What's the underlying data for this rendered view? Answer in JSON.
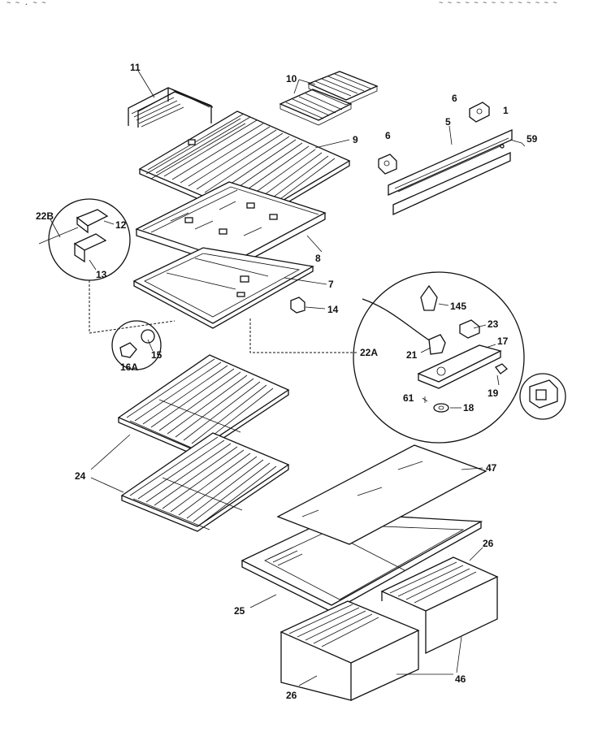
{
  "header": {
    "left": "~ ~ . ~ ~",
    "right": "~ ~ ~ ~ ~ ~ ~ ~ ~ ~ ~ ~ ~ ~"
  },
  "labels": {
    "p1": "1",
    "p5": "5",
    "p6a": "6",
    "p6b": "6",
    "p7": "7",
    "p8": "8",
    "p9": "9",
    "p10": "10",
    "p11": "11",
    "p12": "12",
    "p13": "13",
    "p14": "14",
    "p15": "15",
    "p16a": "16A",
    "p17": "17",
    "p18": "18",
    "p19": "19",
    "p21": "21",
    "p22a": "22A",
    "p22b": "22B",
    "p23": "23",
    "p24": "24",
    "p25": "25",
    "p26a": "26",
    "p26b": "26",
    "p46": "46",
    "p47": "47",
    "p59": "59",
    "p61": "61",
    "p145": "145"
  }
}
